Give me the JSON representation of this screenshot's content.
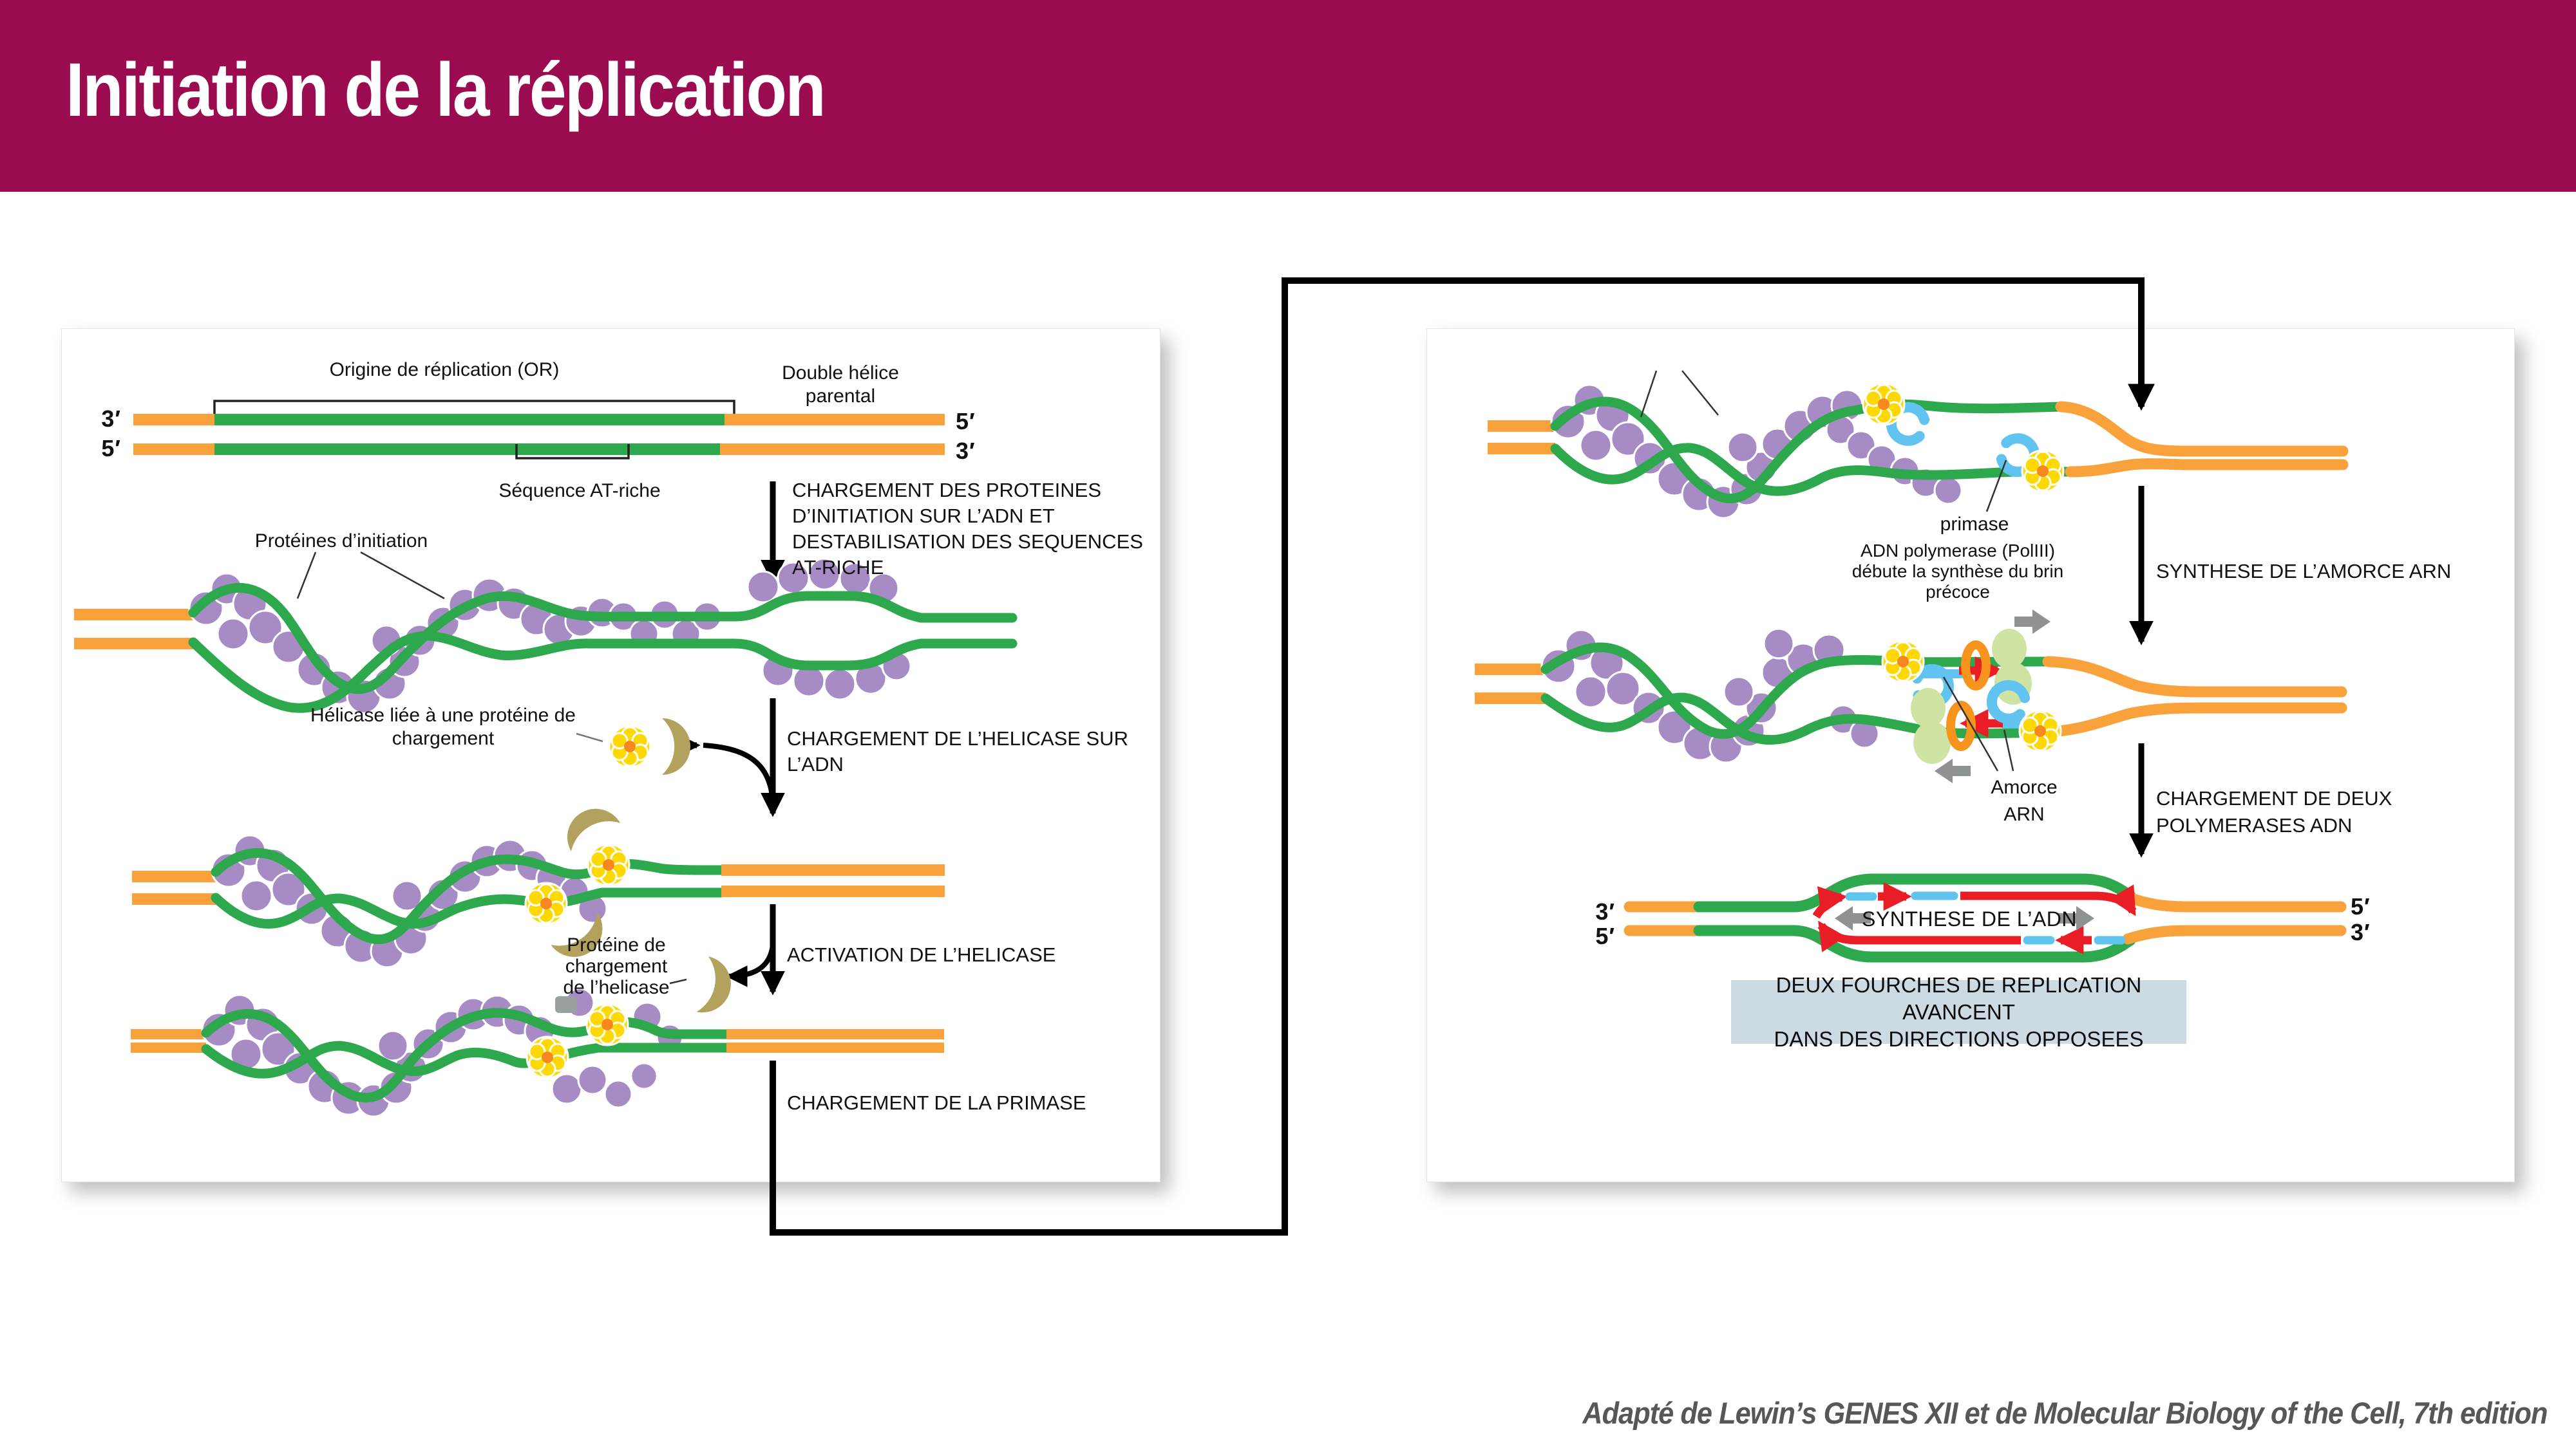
{
  "header": {
    "title": "Initiation de la réplication"
  },
  "attribution": "Adapté de Lewin’s GENES XII et de Molecular Biology of the Cell, 7th edition",
  "left_panel": {
    "or_label": "Origine de réplication (OR)",
    "double_helix_label": "Double hélice\nparental",
    "at_rich_label": "Séquence AT-riche",
    "init_proteins_label": "Protéines d’initiation",
    "helicase_loader_label": "Hélicase liée à une protéine de\nchargement",
    "loader_protein_label": "Protéine de\nchargement\nde l’helicase",
    "ends": {
      "left_top": "3′",
      "left_bottom": "5′",
      "right_top": "5′",
      "right_bottom": "3′"
    },
    "steps": {
      "step1": "CHARGEMENT DES PROTEINES\nD’INITIATION SUR L’ADN ET\nDESTABILISATION DES SEQUENCES\nAT-RICHE",
      "step2": "CHARGEMENT DE L’HELICASE SUR\nL’ADN",
      "step3": "ACTIVATION DE L’HELICASE",
      "step4": "CHARGEMENT DE LA PRIMASE"
    }
  },
  "right_panel": {
    "primase_label": "primase",
    "polymerase_note": "ADN polymerase (PolIII)\ndébute la synthèse du brin\nprécoce",
    "amorce_label": "Amorce\nARN",
    "synthesis_label": "SYNTHESE DE L’ADN",
    "steps": {
      "amorce": "SYNTHESE DE L’AMORCE ARN",
      "two_polymerases": "CHARGEMENT DE DEUX\nPOLYMERASES ADN"
    },
    "conclusion": "DEUX FOURCHES DE REPLICATION AVANCENT\nDANS DES DIRECTIONS OPPOSEES",
    "bubble_ends": {
      "left_top": "3′",
      "left_bottom": "5′",
      "right_top": "5′",
      "right_bottom": "3′"
    }
  },
  "colors": {
    "header_bg": "#9B0B50",
    "orange": "#F9A23C",
    "green": "#2EA84D",
    "purple": "#A78BC5",
    "yellow": "#FED801",
    "tan": "#B3A15E",
    "blue": "#61C3EF",
    "pale_green": "#CFE3A3",
    "red": "#E91D25",
    "gray": "#8E9293",
    "box_bg": "#CCDAE3",
    "attr": "#54585A"
  }
}
